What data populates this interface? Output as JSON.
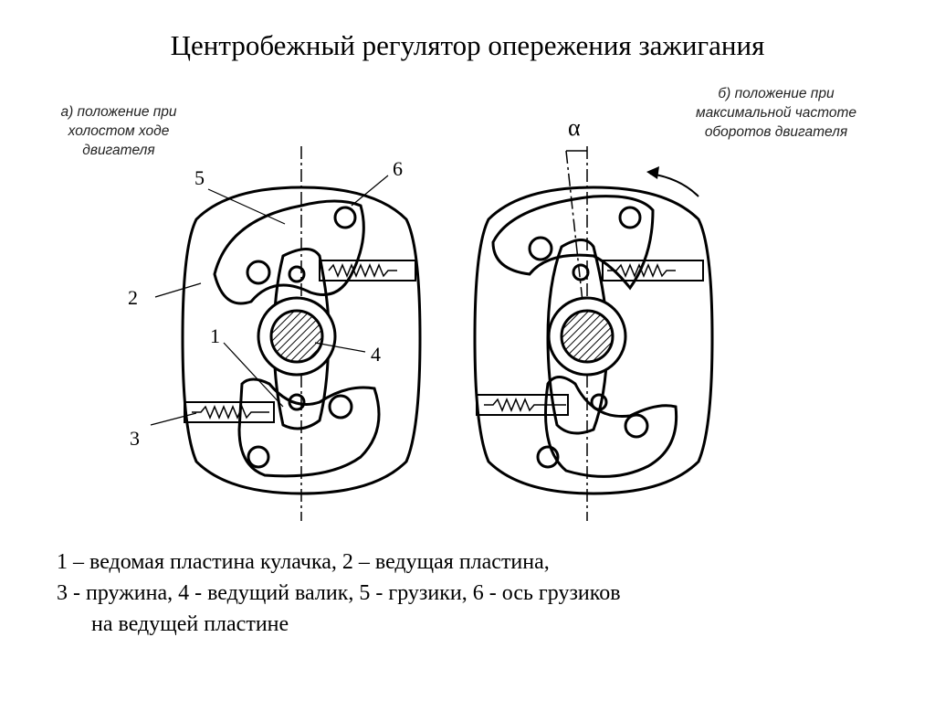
{
  "title": "Центробежный регулятор опережения зажигания",
  "captions": {
    "a": [
      "а) положение при",
      "холостом ходе",
      "двигателя"
    ],
    "b": [
      "б) положение при",
      "максимальной частоте",
      "оборотов двигателя"
    ]
  },
  "diagram_labels": {
    "n1": "1",
    "n2": "2",
    "n3": "3",
    "n4": "4",
    "n5": "5",
    "n6": "6",
    "alpha": "α"
  },
  "legend": [
    "1 – ведомая пластина кулачка, 2 – ведущая пластина,",
    "3 - пружина, 4 - ведущий валик, 5 - грузики, 6 - ось грузиков",
    "на ведущей пластине"
  ]
}
